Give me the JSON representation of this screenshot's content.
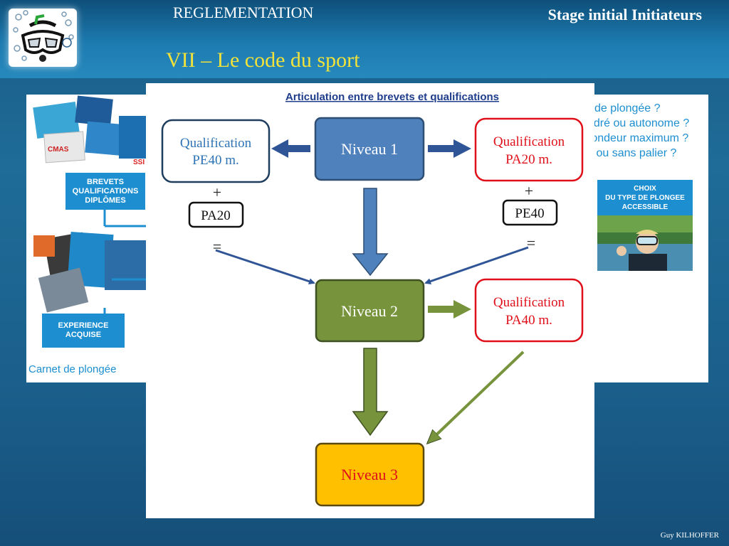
{
  "header": {
    "section": "REGLEMENTATION",
    "stage": "Stage initial Initiateurs",
    "chapter": "VII  – Le code du sport"
  },
  "footer": {
    "author": "Guy KILHOFFER"
  },
  "left_panel": {
    "box1": [
      "BREVETS",
      "QUALIFICATIONS",
      "DIPLÔMES"
    ],
    "box2": [
      "EXPERIENCE",
      "ACQUISE"
    ],
    "carnet": "Carnet de plongée"
  },
  "right_panel": {
    "questions": [
      "de plongée ?",
      "adré ou autonome ?",
      "rondeur maximum ?",
      "c ou sans palier ?"
    ],
    "choice_box": [
      "CHOIX",
      "DU TYPE DE PLONGEE",
      "ACCESSIBLE"
    ]
  },
  "diagram": {
    "title": "Articulation entre brevets et qualifications",
    "niveau1": "Niveau 1",
    "niveau2": "Niveau 2",
    "niveau3": "Niveau 3",
    "qual_pe40": [
      "Qualification",
      "PE40 m."
    ],
    "qual_pa20": [
      "Qualification",
      "PA20 m."
    ],
    "qual_pa40": [
      "Qualification",
      "PA40 m."
    ],
    "plus": "+",
    "equals": "=",
    "pa20": "PA20",
    "pe40": "PE40"
  },
  "colors": {
    "niveau1": "#4f81bd",
    "niveau2": "#77933c",
    "niveau3": "#ffc000",
    "blue_text": "#2e74b5",
    "red_text": "#e0101a",
    "title_blue": "#1f3d8a",
    "arrow_dark_blue": "#2f5597"
  }
}
